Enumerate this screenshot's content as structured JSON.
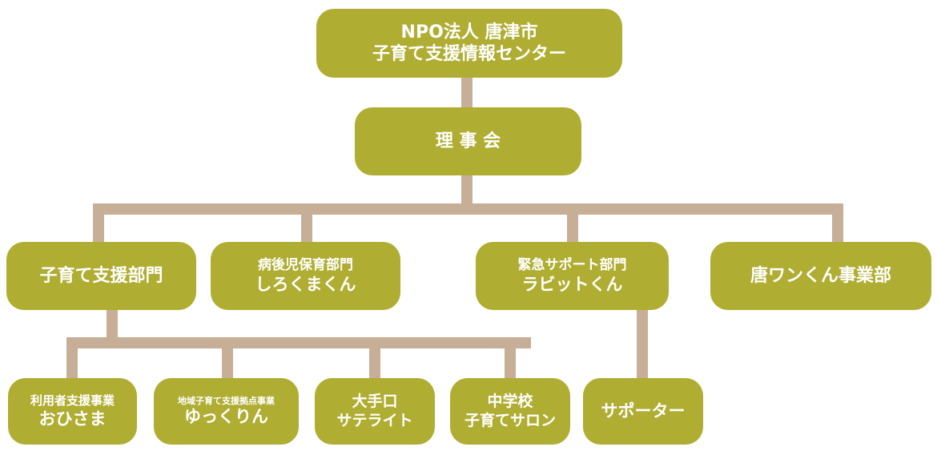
{
  "chart": {
    "root": {
      "line1": "NPO法人 唐津市",
      "line2": "子育て支援情報センター"
    },
    "board": {
      "label": "理 事 会"
    },
    "departments": [
      {
        "line1": "子育て支援部門"
      },
      {
        "line1": "病後児保育部門",
        "line2": "しろくまくん"
      },
      {
        "line1": "緊急サポート部門",
        "line2": "ラビットくん"
      },
      {
        "line1": "唐ワンくん事業部"
      }
    ],
    "childcare_units": [
      {
        "line1": "利用者支援事業",
        "line2": "おひさま"
      },
      {
        "line1": "地域子育て支援拠点事業",
        "line2": "ゆっくりん"
      },
      {
        "line1": "大手口",
        "line2": "サテライト"
      },
      {
        "line1": "中学校",
        "line2": "子育てサロン"
      }
    ],
    "emergency_units": [
      {
        "line1": "サポーター"
      }
    ]
  },
  "colors": {
    "node": "#b0ad33",
    "connector": "#c7af97",
    "text": "#ffffff"
  }
}
